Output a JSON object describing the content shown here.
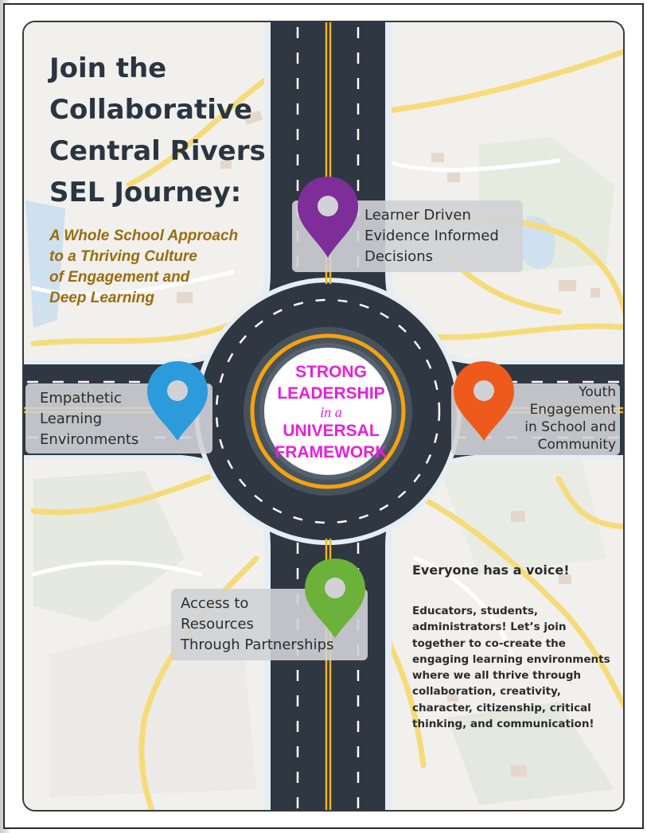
{
  "title_lines": [
    "Join the",
    "Collaborative",
    "Central Rivers",
    "SEL Journey:"
  ],
  "subtitle_lines": [
    "A Whole School Approach",
    "to a Thriving Culture",
    "of Engagement and",
    "Deep Learning"
  ],
  "center_text": {
    "line1": "STRONG",
    "line2": "LEADERSHIP",
    "line3": "in a",
    "line4": "UNIVERSAL",
    "line5": "FRAMEWORK"
  },
  "pins": {
    "top": {
      "lines": [
        "Learner Driven",
        "Evidence Informed",
        "Decisions"
      ],
      "color": "#7d2e98"
    },
    "left": {
      "lines": [
        "Empathetic",
        "Learning",
        "Environments"
      ],
      "color": "#2b9bdc"
    },
    "right": {
      "lines": [
        "Youth",
        "Engagement",
        "in School and",
        "Community"
      ],
      "color": "#ee5a1c"
    },
    "bottom": {
      "lines": [
        "Access to",
        "Resources",
        "Through Partnerships"
      ],
      "color": "#6cb13a"
    }
  },
  "voice": {
    "heading": "Everyone has a voice!",
    "body_lines": [
      "Educators, students,",
      "administrators!  Let’s join",
      "together to co-create the",
      "engaging learning environments",
      "where we all thrive through",
      "collaboration, creativity,",
      "character, citizenship, critical",
      "thinking, and communication!"
    ]
  },
  "colors": {
    "road": "#2e3742",
    "road_edge": "#e6eef4",
    "center_ring": "#f5a20c",
    "lane_yellow": "#f2b41c",
    "title": "#2b3440",
    "subtitle": "#9a6c0e",
    "center_text": "#e81fd9"
  }
}
